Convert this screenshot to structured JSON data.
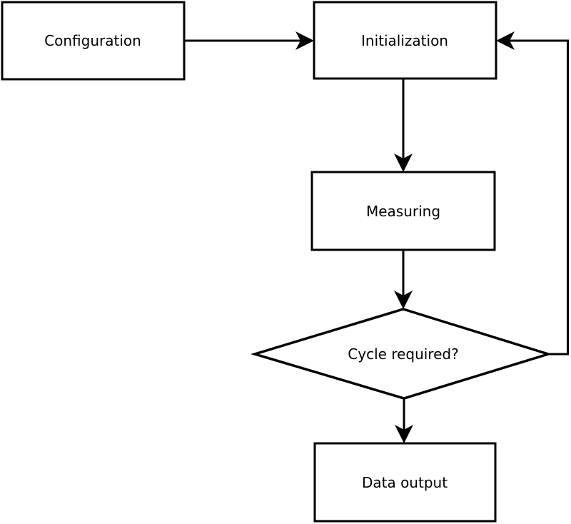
{
  "diagram": {
    "type": "flowchart",
    "background_color": "#ffffff",
    "stroke_color": "#000000",
    "text_color": "#000000",
    "nodes": [
      {
        "id": "configuration",
        "shape": "rectangle",
        "label": "Configuration"
      },
      {
        "id": "initialization",
        "shape": "rectangle",
        "label": "Initialization"
      },
      {
        "id": "measuring",
        "shape": "rectangle",
        "label": "Measuring"
      },
      {
        "id": "cycle-required",
        "shape": "diamond",
        "label": "Cycle required?"
      },
      {
        "id": "data-output",
        "shape": "rectangle",
        "label": "Data output"
      }
    ],
    "edges": [
      {
        "from": "configuration",
        "to": "initialization",
        "style": "arrow"
      },
      {
        "from": "initialization",
        "to": "measuring",
        "style": "arrow"
      },
      {
        "from": "measuring",
        "to": "cycle-required",
        "style": "arrow"
      },
      {
        "from": "cycle-required",
        "to": "data-output",
        "style": "arrow"
      },
      {
        "from": "cycle-required",
        "to": "initialization",
        "style": "arrow",
        "kind": "feedback-loop"
      }
    ]
  }
}
